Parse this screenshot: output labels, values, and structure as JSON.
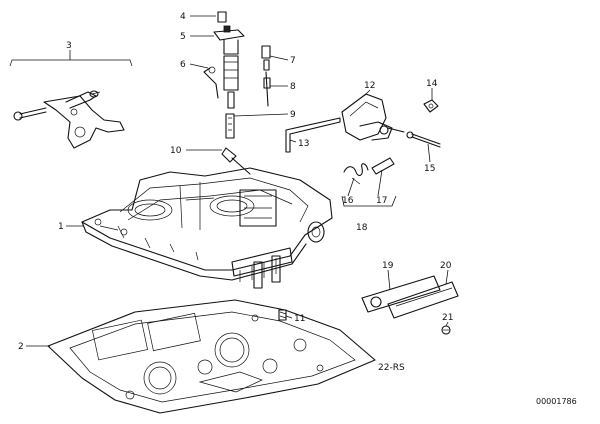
{
  "callouts": [
    "1",
    "2",
    "3",
    "4",
    "5",
    "6",
    "7",
    "8",
    "9",
    "10",
    "11",
    "12",
    "13",
    "14",
    "15",
    "16",
    "17",
    "18",
    "19",
    "20",
    "21"
  ],
  "reference_label": "22-RS",
  "document_id": "00001786",
  "colors": {
    "ink": "#111111",
    "background": "#ffffff"
  }
}
